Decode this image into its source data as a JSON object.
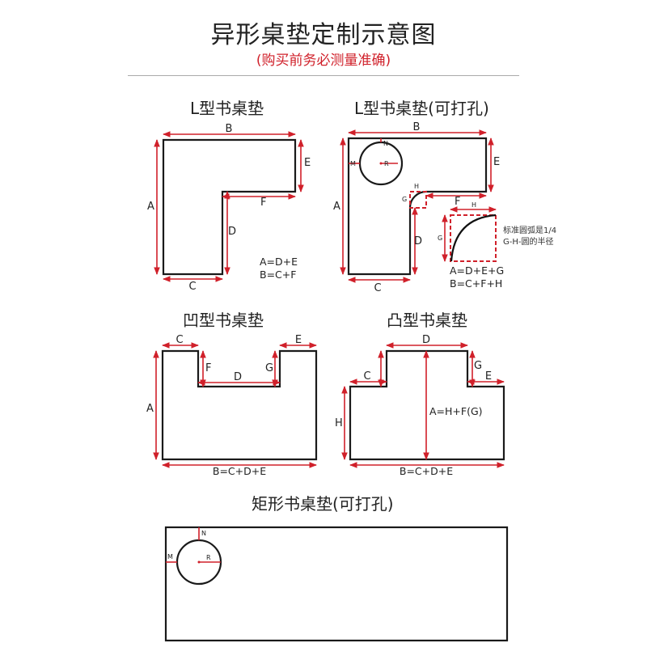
{
  "header": {
    "title": "异形桌垫定制示意图",
    "subtitle": "(购买前务必测量准确)"
  },
  "shapes": {
    "l_shape": {
      "title": "L型书桌垫",
      "labels": {
        "a": "A",
        "b": "B",
        "c": "C",
        "d": "D",
        "e": "E",
        "f": "F"
      },
      "formula_1": "A=D+E",
      "formula_2": "B=C+F"
    },
    "l_shape_hole": {
      "title": "L型书桌垫(可打孔)",
      "labels": {
        "a": "A",
        "b": "B",
        "c": "C",
        "d": "D",
        "e": "E",
        "f": "F",
        "g": "G",
        "h": "H",
        "m": "M",
        "n": "N",
        "r": "R"
      },
      "note_1": "标准圆弧是1/4",
      "note_2": "G-H-圆的半径",
      "formula_1": "A=D+E+G",
      "formula_2": "B=C+F+H"
    },
    "concave": {
      "title": "凹型书桌垫",
      "labels": {
        "a": "A",
        "c": "C",
        "d": "D",
        "e": "E",
        "f": "F",
        "g": "G"
      },
      "formula": "B=C+D+E"
    },
    "convex": {
      "title": "凸型书桌垫",
      "labels": {
        "c": "C",
        "d": "D",
        "e": "E",
        "g": "G",
        "h": "H"
      },
      "formula_height": "A=H+F(G)",
      "formula": "B=C+D+E"
    },
    "rect_hole": {
      "title": "矩形书桌垫(可打孔)",
      "labels": {
        "m": "M",
        "n": "N",
        "r": "R"
      }
    }
  },
  "colors": {
    "dimension": "#d0202a",
    "outline": "#1a1a1a",
    "subtitle": "#d0202a"
  }
}
